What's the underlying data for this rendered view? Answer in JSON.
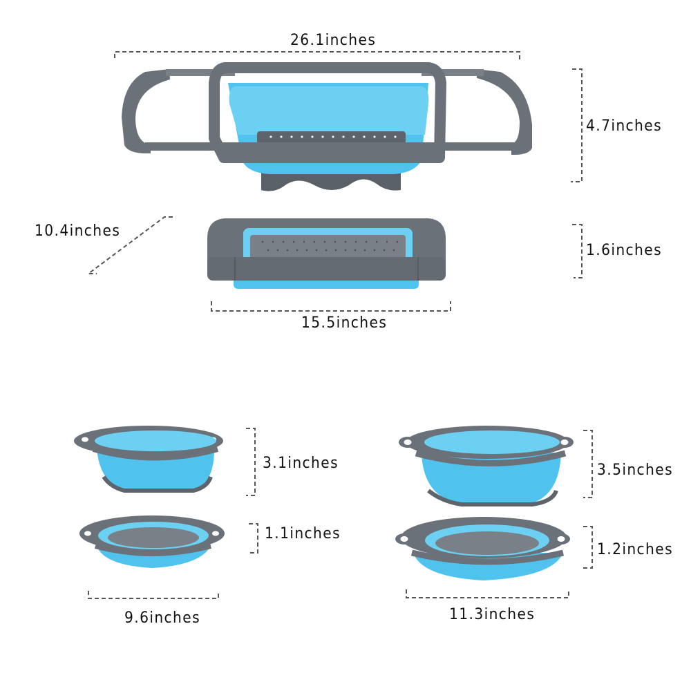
{
  "image_type": "product-dimension-diagram",
  "colors": {
    "silicone_blue": "#4fc3ee",
    "silicone_blue_light": "#7fd6f5",
    "frame_gray": "#6b7178",
    "frame_gray_dark": "#555b62",
    "dimension_line": "#555555",
    "text": "#111111",
    "background": "#ffffff"
  },
  "products": {
    "over_sink_colander": {
      "expanded": {
        "width_label": "26.1inches",
        "height_label": "4.7inches"
      },
      "collapsed": {
        "depth_label": "10.4inches",
        "height_label": "1.6inches",
        "length_label": "15.5inches"
      }
    },
    "small_round_colander": {
      "expanded": {
        "height_label": "3.1inches"
      },
      "collapsed": {
        "height_label": "1.1inches"
      },
      "width_label": "9.6inches"
    },
    "large_round_colander": {
      "expanded": {
        "height_label": "3.5inches"
      },
      "collapsed": {
        "height_label": "1.2inches"
      },
      "width_label": "11.3inches"
    }
  }
}
